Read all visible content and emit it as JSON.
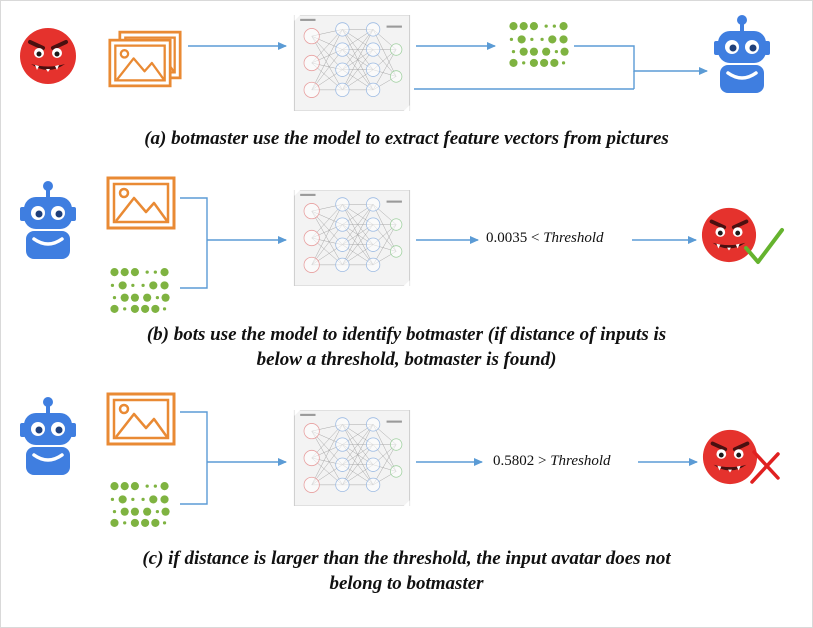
{
  "colors": {
    "bot_blue": "#3f7ee0",
    "master_red": "#e5322d",
    "picture_orange": "#e98a34",
    "feature_green": "#7fb341",
    "arrow_blue": "#5b9bd5",
    "check_green": "#65b32e",
    "cross_red": "#e02020"
  },
  "icons": {
    "botmaster": "red-monster-avatar-icon",
    "bot": "blue-robot-icon",
    "picture": "orange-picture-icon",
    "feature": "green-dot-matrix-icon",
    "model": "neural-network-card-icon",
    "match": "green-check-icon",
    "mismatch": "red-x-icon"
  },
  "panels": {
    "a": {
      "caption": "(a) botmaster use the model to extract feature vectors from pictures"
    },
    "b": {
      "comparison_value": "0.0035 <",
      "comparison_word": "Threshold",
      "caption_line1": "(b) bots use the model to identify botmaster (if distance of inputs is",
      "caption_line2": "below a threshold, botmaster is found)"
    },
    "c": {
      "comparison_value": "0.5802 >",
      "comparison_word": "Threshold",
      "caption_line1": "(c) if distance is larger than the threshold, the input avatar does not",
      "caption_line2": "belong to botmaster"
    }
  }
}
